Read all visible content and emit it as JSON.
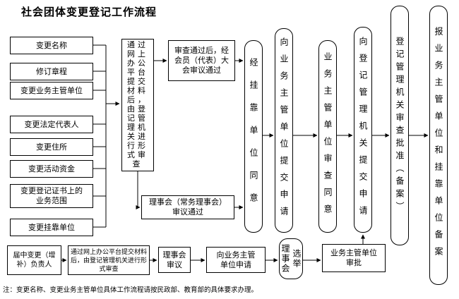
{
  "title": "社会团体变更登记工作流程",
  "change_items": [
    "变更名称",
    "修订章程",
    "变更业务主管单位",
    "变更法定代表人",
    "变更住所",
    "变更活动资金",
    "变更登记证书上的\n业务范围",
    "变更挂靠单位"
  ],
  "main_flow": {
    "formal_review": "通过网上办公平台提交材料后，由登记管理机关进行形式审查",
    "member_assembly_approval": "审查通过后，经\n会员（代表）大\n会审议通过",
    "council_approval": "理事会（常务理事会）\n审议通过",
    "affiliated_unit_consent": "经挂靠单位同意",
    "submit_to_supervisor": "向业务主管单位提交申请",
    "supervisor_review_consent": "业务主管单位审查同意",
    "submit_to_registrar": "向登记管理机关提交申请",
    "registrar_approval": "登记管理机关审查批准（备案）",
    "filing_report": "报业务主管单位和挂靠单位备案"
  },
  "bottom_flow": {
    "midterm_change": "届中变更（增\n补）负责人",
    "formal_review": "通过网上办公平台提交材料后，由登记管理机关进行形式审查",
    "council_deliberation": "理事会\n审议",
    "apply_to_supervisor": "向业务主管\n单位申请",
    "council_election": "理事会选举",
    "supervisor_approval": "业务主管单位\n审批"
  },
  "note": "注：变更名称、变更业务主管单位具体工作流程请按民政部、教育部的具体要求办理。"
}
